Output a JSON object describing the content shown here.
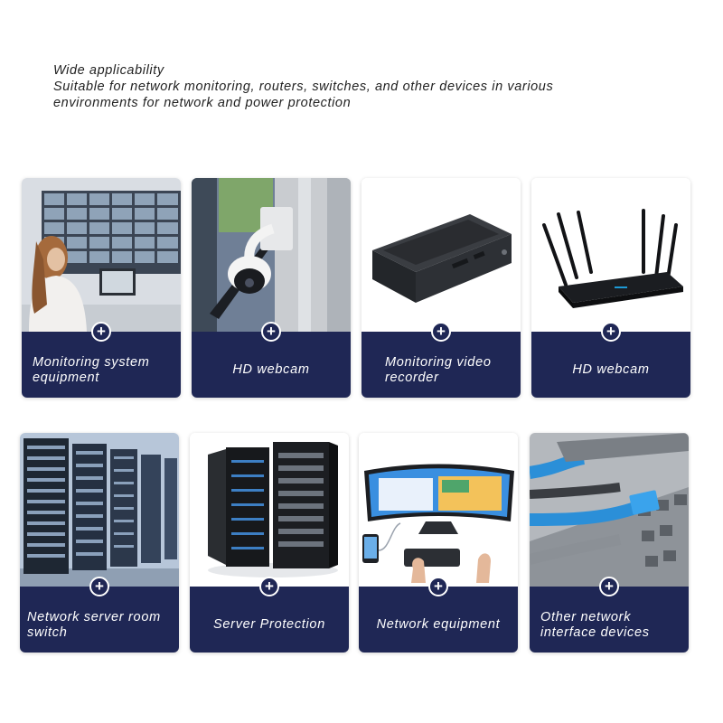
{
  "intro": {
    "heading": "Wide applicability",
    "line1": "Suitable for network monitoring, routers, switches, and other devices in various",
    "line2": "environments for network and power protection"
  },
  "cards": [
    {
      "label": "Monitoring system equipment"
    },
    {
      "label": "HD webcam"
    },
    {
      "label": "Monitoring video recorder"
    },
    {
      "label": "HD webcam"
    },
    {
      "label": "Network server room switch"
    },
    {
      "label": "Server Protection"
    },
    {
      "label": "Network equipment"
    },
    {
      "label": "Other network interface devices"
    }
  ],
  "plus_glyph": "+",
  "colors": {
    "caption_bg": "#1f2755",
    "caption_text": "#ffffff"
  }
}
